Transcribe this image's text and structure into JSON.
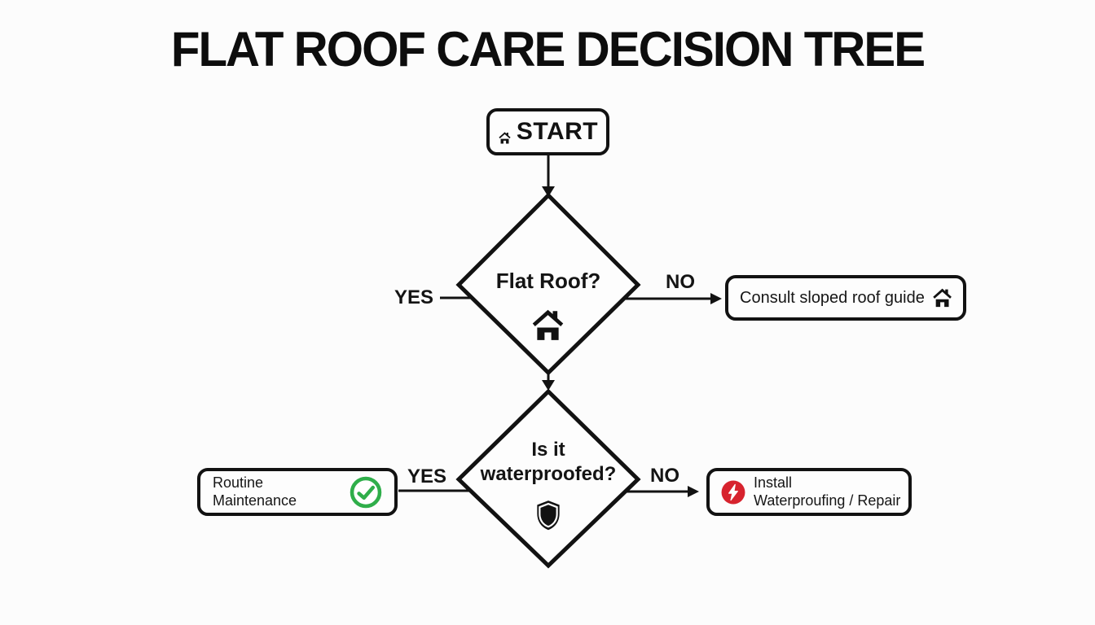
{
  "title": "FLAT ROOF CARE DECISION TREE",
  "colors": {
    "ink": "#121212",
    "background": "#fcfcfc",
    "success_green": "#2fae4a",
    "alert_red": "#d7232e"
  },
  "flowchart": {
    "start_node": {
      "label": "START",
      "icon": "house-icon"
    },
    "decision_flat_roof": {
      "question": "Flat Roof?",
      "icon": "house-icon",
      "yes_label": "YES",
      "no_label": "NO"
    },
    "consult_node": {
      "label": "Consult sloped roof guide",
      "icon": "house-icon"
    },
    "decision_waterproofed": {
      "question_line1": "Is it",
      "question_line2": "waterproofed?",
      "icon": "shield-icon",
      "yes_label": "YES",
      "no_label": "NO"
    },
    "routine_node": {
      "line1": "Routine",
      "line2": "Maintenance",
      "icon": "check-circle-icon"
    },
    "install_node": {
      "line1": "Install",
      "line2": "Waterproufing / Repair",
      "icon": "alert-circle-icon"
    }
  }
}
